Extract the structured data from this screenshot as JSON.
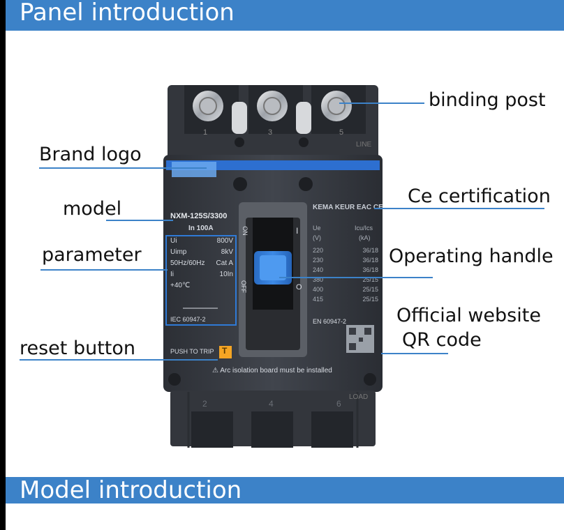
{
  "banners": {
    "panel": "Panel introduction",
    "model": "Model introduction"
  },
  "callouts": {
    "binding_post": "binding post",
    "brand_logo": "Brand logo",
    "ce_certification": "Ce certification",
    "model": "model",
    "parameter": "parameter",
    "operating_handle": "Operating handle",
    "official_website_line1": "Official website",
    "official_website_line2": "QR code",
    "reset_button": "reset button"
  },
  "breaker": {
    "model_name": "NXM-125S/3300",
    "rating": "In  100A",
    "terminals_top": [
      "1",
      "3",
      "5"
    ],
    "terminals_bottom": [
      "2",
      "4",
      "6"
    ],
    "line_label": "LINE",
    "load_label": "LOAD",
    "on_label": "ON",
    "off_label": "OFF",
    "on_symbol": "I",
    "off_symbol": "O",
    "params": [
      {
        "k": "Ui",
        "v": "800V"
      },
      {
        "k": "Uimp",
        "v": "8kV"
      },
      {
        "k": "50Hz/60Hz",
        "v": "Cat A"
      },
      {
        "k": "Ii",
        "v": "10In"
      },
      {
        "k": "+40℃",
        "v": ""
      }
    ],
    "standard_left": "IEC 60947-2",
    "standard_right": "EN 60947-2",
    "marks": "KEMA KEUR  EAC  CE",
    "table_head_left": "Ue",
    "table_head_left_unit": "(V)",
    "table_head_right": "Icu/Ics",
    "table_head_right_unit": "(kA)",
    "table_rows": [
      {
        "ue": "220",
        "icu": "36/18"
      },
      {
        "ue": "230",
        "icu": "36/18"
      },
      {
        "ue": "240",
        "icu": "36/18"
      },
      {
        "ue": "380",
        "icu": "25/15"
      },
      {
        "ue": "400",
        "icu": "25/15"
      },
      {
        "ue": "415",
        "icu": "25/15"
      }
    ],
    "push_to_trip": "PUSH TO TRIP",
    "trip_button_letter": "T",
    "warning": "⚠ Arc isolation board must be installed"
  },
  "colors": {
    "banner": "#3C82C8",
    "callout_line": "#3C82C8",
    "breaker_body": "#3a3d44",
    "handle": "#2f7ad6",
    "trip_button": "#f5a524"
  }
}
